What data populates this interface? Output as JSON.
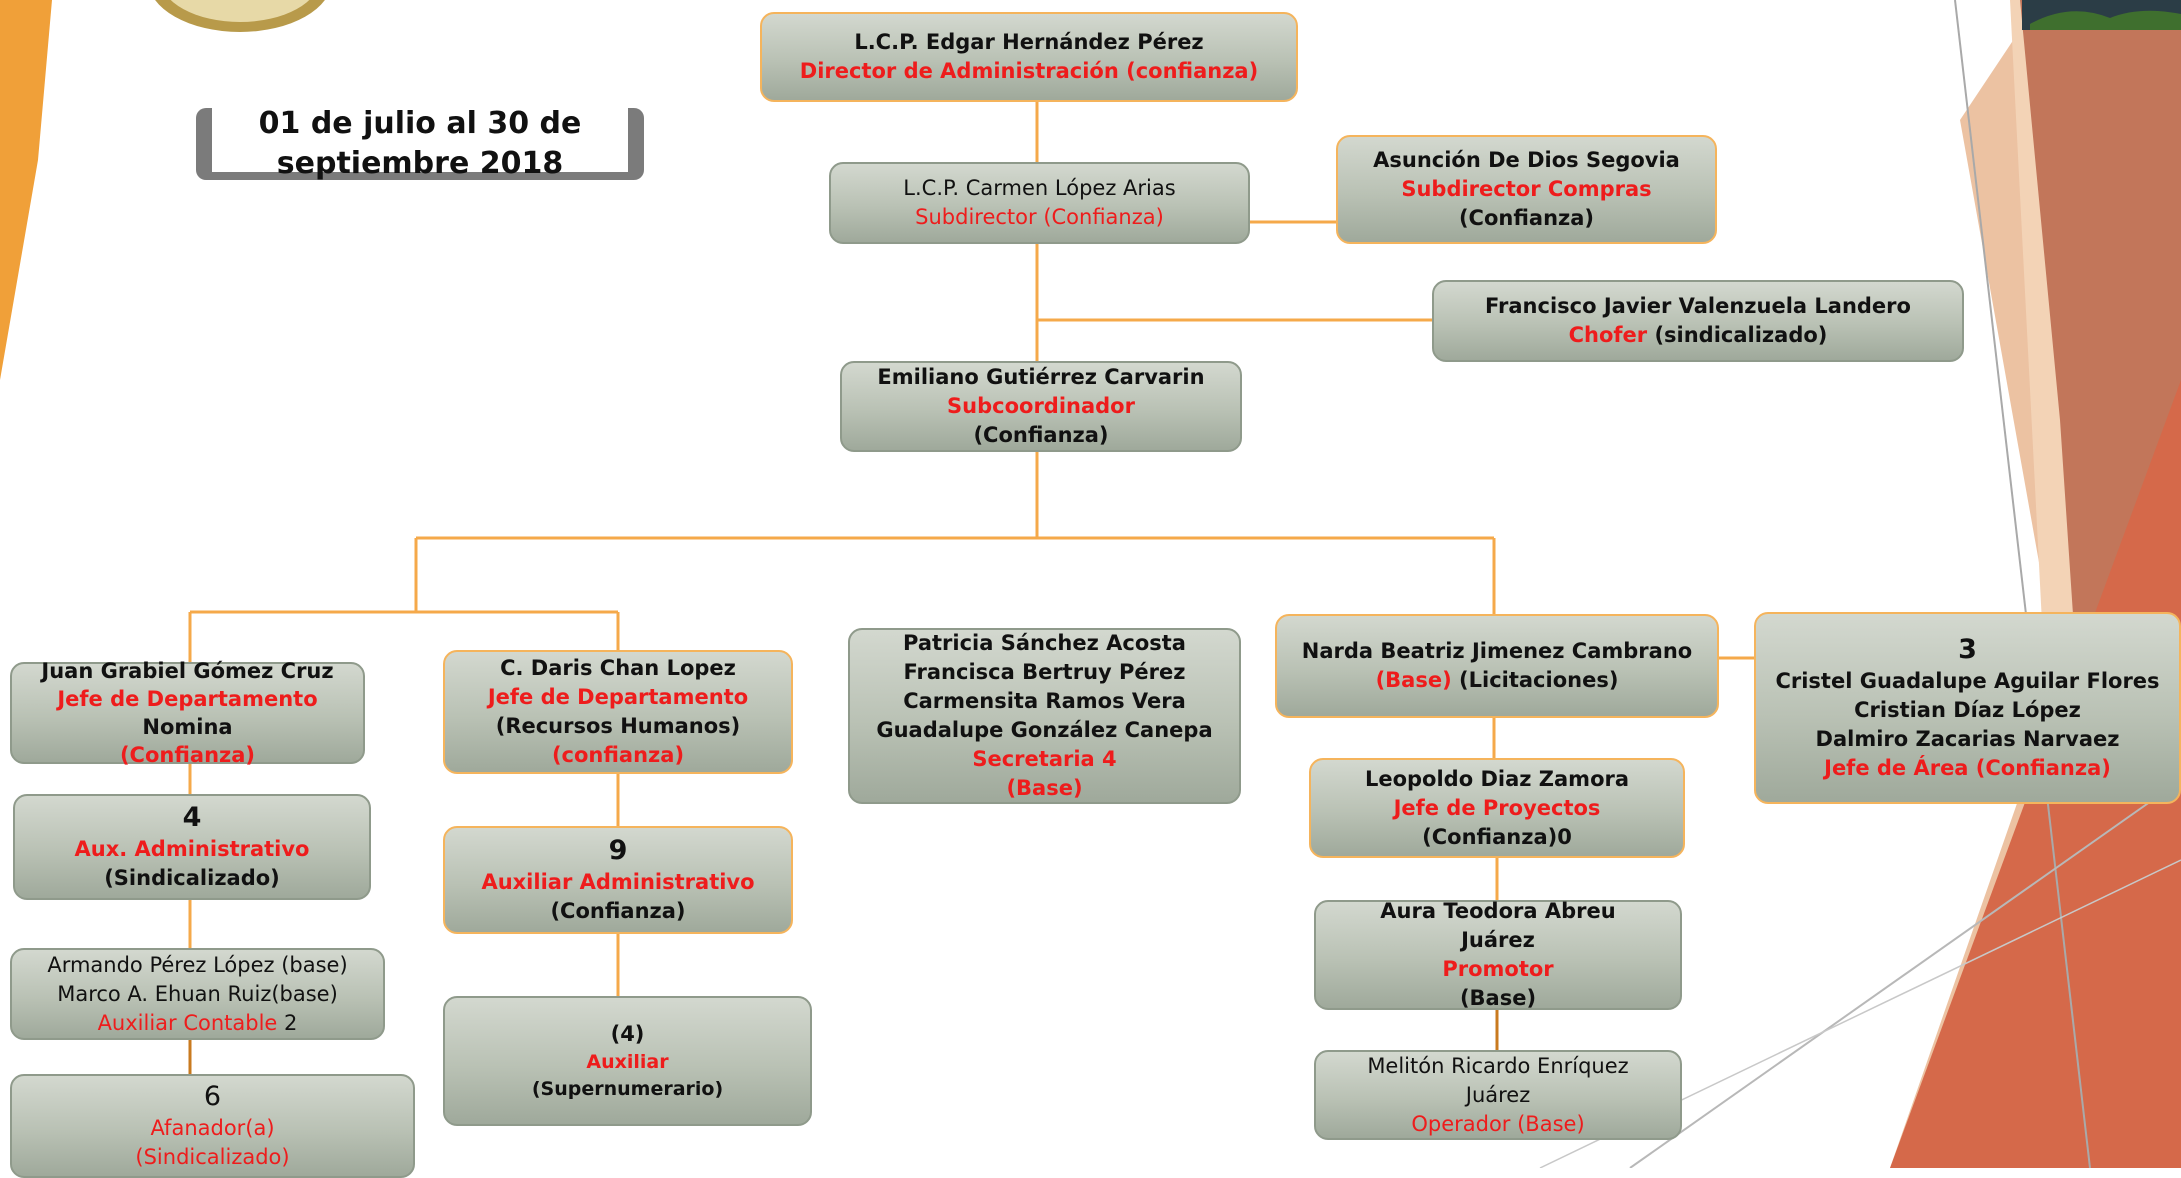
{
  "date_range": "01 de julio al 30 de septiembre 2018",
  "colors": {
    "connector": "#f5a94a",
    "role_text": "#ee1c1c",
    "box_fill": "#b9c1b4"
  },
  "nodes": {
    "director": {
      "name": "L.C.P. Edgar Hernández Pérez",
      "role": "Director de Administración (confianza)"
    },
    "subdirector": {
      "name": "L.C.P. Carmen López Arias",
      "role": "Subdirector (Confianza)"
    },
    "compras": {
      "name": "Asunción De Dios Segovia",
      "role": "Subdirector Compras",
      "status": "(Confianza)"
    },
    "chofer": {
      "name": "Francisco Javier Valenzuela Landero",
      "role": "Chofer",
      "status": "(sindicalizado)"
    },
    "subcoordinador": {
      "name": "Emiliano Gutiérrez Carvarin",
      "role": "Subcoordinador",
      "status": "(Confianza)"
    },
    "nomina": {
      "name": "Juan Grabiel Gómez Cruz",
      "role": "Jefe de Departamento",
      "area": "Nomina",
      "status": "(Confianza)"
    },
    "aux_admin": {
      "count": "4",
      "role": "Aux. Administrativo",
      "status": "(Sindicalizado)"
    },
    "contable": {
      "line1": "Armando Pérez López (base)",
      "line2": "Marco A. Ehuan Ruiz(base)",
      "role": "Auxiliar Contable",
      "count": "2"
    },
    "afanador": {
      "count": "6",
      "role": "Afanador(a)",
      "status": "(Sindicalizado)"
    },
    "rh": {
      "name": "C. Daris Chan Lopez",
      "role": "Jefe de Departamento",
      "area": "(Recursos Humanos)",
      "status": "(confianza)"
    },
    "aux_admin_conf": {
      "count": "9",
      "role": "Auxiliar Administrativo",
      "status": "(Confianza)"
    },
    "auxiliar": {
      "count": "(4)",
      "role": "Auxiliar",
      "status": "(Supernumerario)"
    },
    "secretarias": {
      "names": [
        "Patricia Sánchez Acosta",
        "Francisca Bertruy Pérez",
        "Carmensita Ramos Vera",
        "Guadalupe González Canepa"
      ],
      "role": "Secretaria 4",
      "status": "(Base)"
    },
    "licitaciones": {
      "name": "Narda Beatriz Jimenez Cambrano",
      "role": "(Base)",
      "area": "(Licitaciones)"
    },
    "jefe_area": {
      "count": "3",
      "names": [
        "Cristel Guadalupe  Aguilar Flores",
        "Cristian Díaz López",
        "Dalmiro Zacarias Narvaez"
      ],
      "role": "Jefe de Área (Confianza)"
    },
    "proyectos": {
      "name": "Leopoldo Diaz Zamora",
      "role": "Jefe de Proyectos",
      "status": "(Confianza)0"
    },
    "promotor": {
      "name_line1": "Aura Teodora Abreu",
      "name_line2": "Juárez",
      "role": "Promotor",
      "status": "(Base)"
    },
    "operador": {
      "name_line1": "Melitón Ricardo Enríquez",
      "name_line2": "Juárez",
      "role": "Operador (Base)"
    }
  }
}
